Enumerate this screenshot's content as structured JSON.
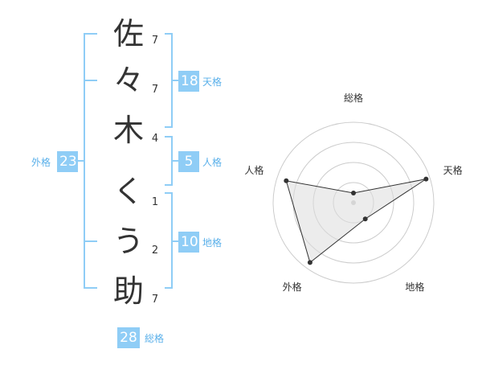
{
  "name_chars": [
    "佐",
    "々",
    "木",
    "く",
    "う",
    "助"
  ],
  "strokes": [
    "7",
    "7",
    "4",
    "1",
    "2",
    "7"
  ],
  "fortunes": {
    "tenkaku": {
      "value": "18",
      "label": "天格"
    },
    "jinkaku": {
      "value": "5",
      "label": "人格"
    },
    "chikaku": {
      "value": "10",
      "label": "地格"
    },
    "gaikaku": {
      "value": "23",
      "label": "外格"
    },
    "soukaku": {
      "value": "28",
      "label": "総格"
    }
  },
  "chart_data": {
    "type": "radar",
    "axes": [
      "総格",
      "天格",
      "地格",
      "外格",
      "人格"
    ],
    "rings": 4,
    "values": [
      0.12,
      0.95,
      0.25,
      0.92,
      0.88
    ],
    "max": 1,
    "line_color": "#333333",
    "fill_color": "#dddddd",
    "grid_color": "#cccccc"
  },
  "colors": {
    "accent": "#8fcdf6",
    "accent_text": "#5ab0ea",
    "bracket": "#8fcdf6"
  }
}
